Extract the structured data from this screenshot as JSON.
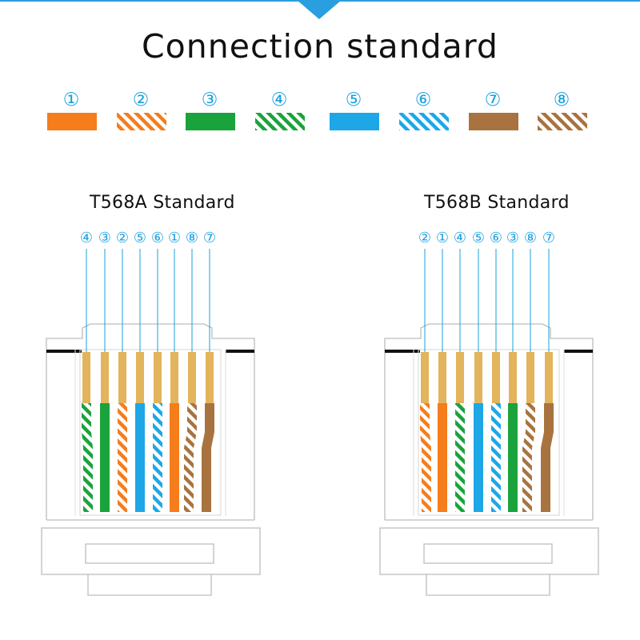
{
  "title": "Connection standard",
  "wire_colors": {
    "orange": "#f57d1c",
    "green": "#1aa33c",
    "blue": "#1ea7e6",
    "brown": "#a8733f",
    "pin_gold": "#e3b45c",
    "pointer_line": "#1aa0dd"
  },
  "legend": [
    {
      "num": "①",
      "color": "orange",
      "striped": false
    },
    {
      "num": "②",
      "color": "orange",
      "striped": true
    },
    {
      "num": "③",
      "color": "green",
      "striped": false
    },
    {
      "num": "④",
      "color": "green",
      "striped": true
    },
    {
      "num": "⑤",
      "color": "blue",
      "striped": false
    },
    {
      "num": "⑥",
      "color": "blue",
      "striped": true
    },
    {
      "num": "⑦",
      "color": "brown",
      "striped": false
    },
    {
      "num": "⑧",
      "color": "brown",
      "striped": true
    }
  ],
  "connectors": [
    {
      "id": "t568a",
      "label": "T568A Standard",
      "pins": [
        {
          "num": "④",
          "color": "green",
          "striped": true
        },
        {
          "num": "③",
          "color": "green",
          "striped": false
        },
        {
          "num": "②",
          "color": "orange",
          "striped": true
        },
        {
          "num": "⑤",
          "color": "blue",
          "striped": false
        },
        {
          "num": "⑥",
          "color": "blue",
          "striped": true
        },
        {
          "num": "①",
          "color": "orange",
          "striped": false
        },
        {
          "num": "⑧",
          "color": "brown",
          "striped": true
        },
        {
          "num": "⑦",
          "color": "brown",
          "striped": false
        }
      ]
    },
    {
      "id": "t568b",
      "label": "T568B Standard",
      "pins": [
        {
          "num": "②",
          "color": "orange",
          "striped": true
        },
        {
          "num": "①",
          "color": "orange",
          "striped": false
        },
        {
          "num": "④",
          "color": "green",
          "striped": true
        },
        {
          "num": "⑤",
          "color": "blue",
          "striped": false
        },
        {
          "num": "⑥",
          "color": "blue",
          "striped": true
        },
        {
          "num": "③",
          "color": "green",
          "striped": false
        },
        {
          "num": "⑧",
          "color": "brown",
          "striped": true
        },
        {
          "num": "⑦",
          "color": "brown",
          "striped": false
        }
      ]
    }
  ]
}
